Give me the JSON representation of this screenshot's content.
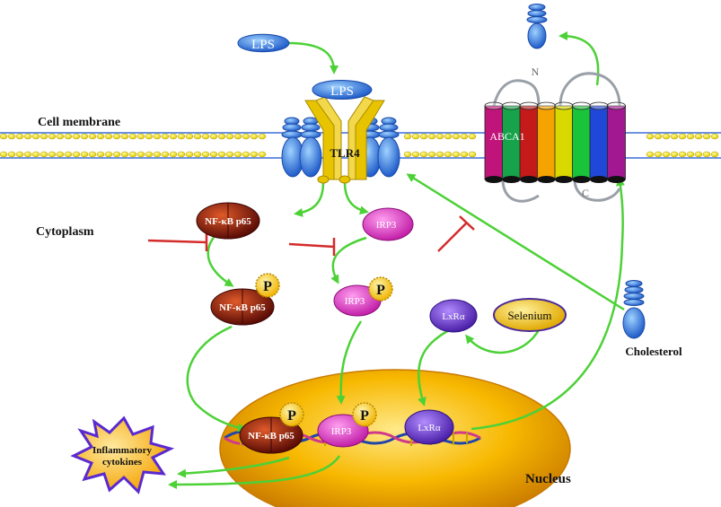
{
  "labels": {
    "cell_membrane": "Cell membrane",
    "cytoplasm": "Cytoplasm",
    "nucleus": "Nucleus",
    "cholesterol": "Cholesterol",
    "inflammatory_cytokines": [
      "Inflammatory",
      "cytokines"
    ]
  },
  "molecules": {
    "lps": "LPS",
    "tlr4": "TLR4",
    "abca1": "ABCA1",
    "nfkb": "NF-κB p65",
    "irp3": "IRP3",
    "lxra": "LxRα",
    "selenium": "Selenium",
    "phospho": "P",
    "n_term": "N",
    "c_term": "C"
  },
  "colors": {
    "arrow_green": "#4cd136",
    "inhibit_red": "#d42b2b",
    "membrane_yellow": "#f2e000",
    "membrane_blue": "#3d6fd8",
    "nucleus_orange": "#f2a200",
    "lps_blue": "#3b7fe0",
    "tlr4_gold": "#e8c400",
    "nfkb_red": "#8a1a0d",
    "irp3_magenta": "#e03ac9",
    "lxra_purple": "#6a35c9",
    "selenium_gold": "#e8b400",
    "cytokine_purple": "#5a2ad0",
    "abca1_segments": [
      "#c0147a",
      "#16a34a",
      "#c41a1a",
      "#f5a300",
      "#d9d900",
      "#19c43a",
      "#2048d8",
      "#a11890"
    ]
  }
}
